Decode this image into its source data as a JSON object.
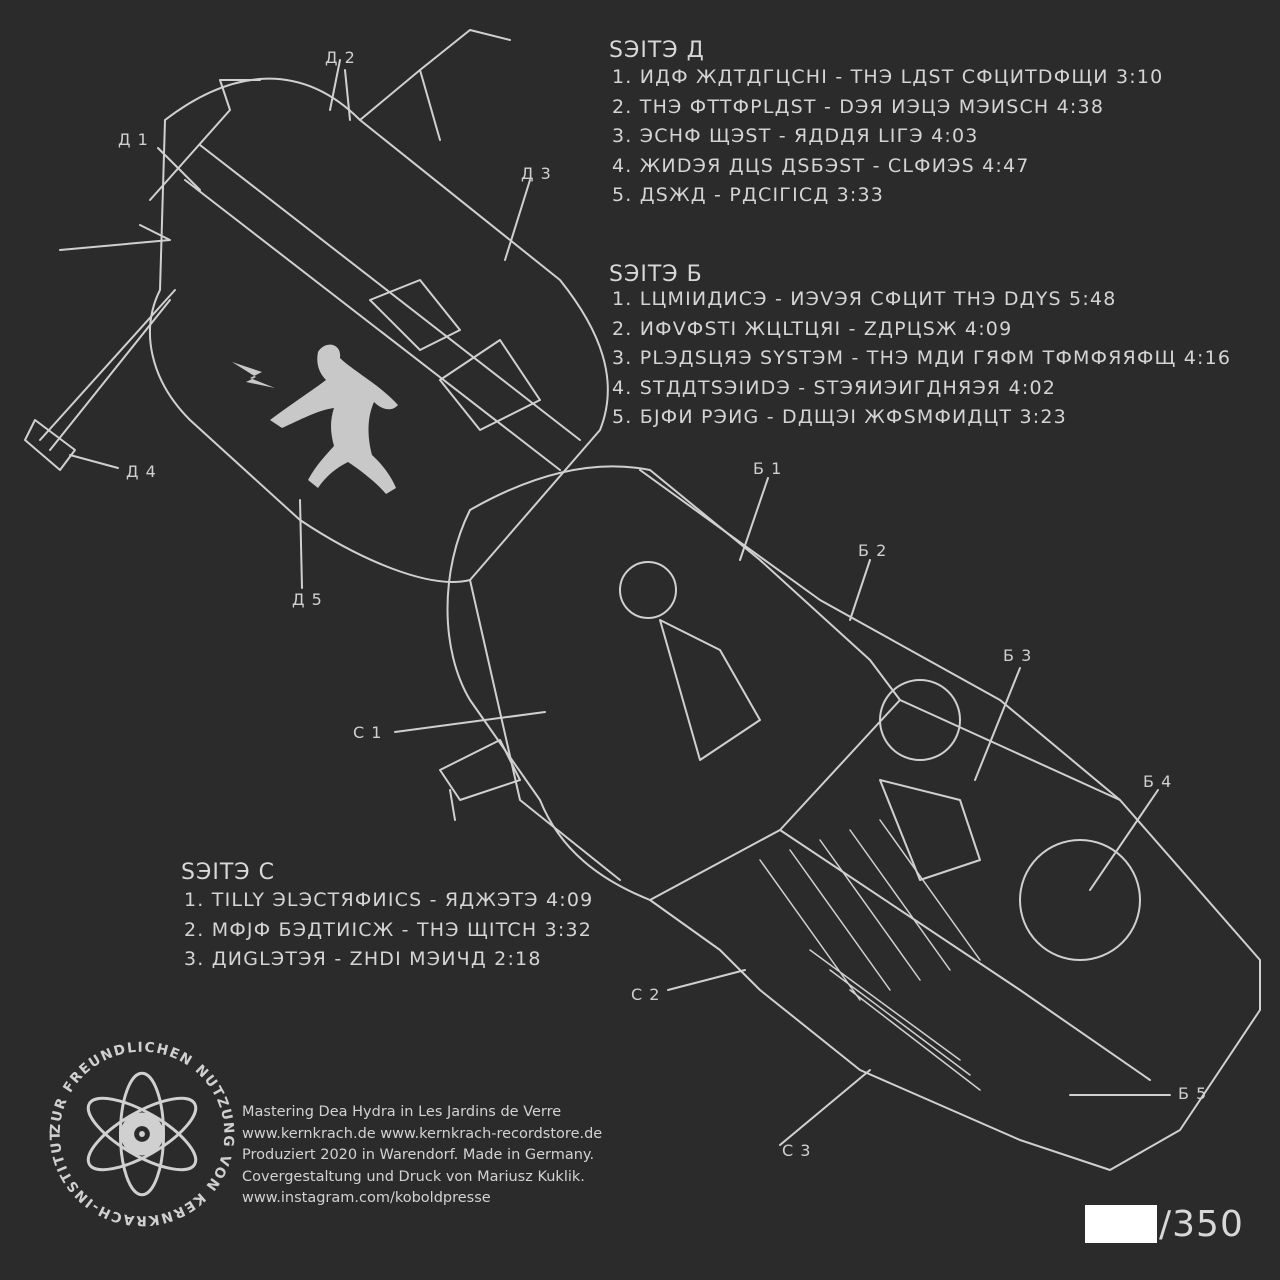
{
  "side_a": {
    "title": "SЭITЭ Д",
    "tracks": [
      "1. ИДФ ЖДТДГЦCHI - TНЭ LДST CФЦИTDФЩИ 3:10",
      "2. TНЭ ФTTФPLДST - DЭЯ ИЭЦЭ MЭИSCH 4:38",
      "3. ЭCHФ ЩЭST - ЯДDДЯ LIГЭ 4:03",
      "4. ЖИDЭЯ ДЦS ДSБЭST - CLФИЭS 4:47",
      "5. ДSЖД - PДCIГICД 3:33"
    ]
  },
  "side_b": {
    "title": "SЭITЭ Б",
    "tracks": [
      "1. LЦMIИДИCЭ - ИЭVЭЯ CФЦИT TНЭ DДYS 5:48",
      "2. ИФVФSTI ЖЦLTЦЯI - ZДPЦSЖ 4:09",
      "3. PLЭДSЦЯЭ SYSTЭM - TНЭ MДИ ГЯФM TФMФЯЯФЩ 4:16",
      "4. STДДTSЭIИDЭ - STЭЯИЭИГДНЯЭЯ 4:02",
      "5. БЈФИ PЭИG - DДЩЭI ЖФSMФИДЦT 3:23"
    ]
  },
  "side_c": {
    "title": "SЭITЭ C",
    "tracks": [
      "1. TILLY ЭLЭCTЯФИICS - ЯДЖЭTЭ 4:09",
      "2. MФЈФ БЭДTИICЖ - TНЭ ЩITCH 3:32",
      "3. ДИGLЭTЭЯ - ZHDI MЭИЧД 2:18"
    ]
  },
  "callouts": {
    "a1": "Д 1",
    "a2": "Д 2",
    "a3": "Д 3",
    "a4": "Д 4",
    "a5": "Д 5",
    "b1": "Б 1",
    "b2": "Б 2",
    "b3": "Б 3",
    "b4": "Б 4",
    "b5": "Б 5",
    "c1": "C 1",
    "c2": "C 2",
    "c3": "C 3"
  },
  "credits": [
    "Mastering Dea Hydra in Les Jardins de Verre",
    "www.kernkrach.de www.kernkrach-recordstore.de",
    "Produziert 2020 in Warendorf. Made in Germany.",
    "Covergestaltung und Druck von Mariusz Kuklik.",
    "www.instagram.com/koboldpresse"
  ],
  "seal_text": "ZUR FREUNDLICHEN NUTZUNG VON KERNKRACH-INSTITUT",
  "edition_total": "/350",
  "colors": {
    "background": "#2b2b2b",
    "ink": "#d4d4d4",
    "edition_box": "#ffffff"
  }
}
